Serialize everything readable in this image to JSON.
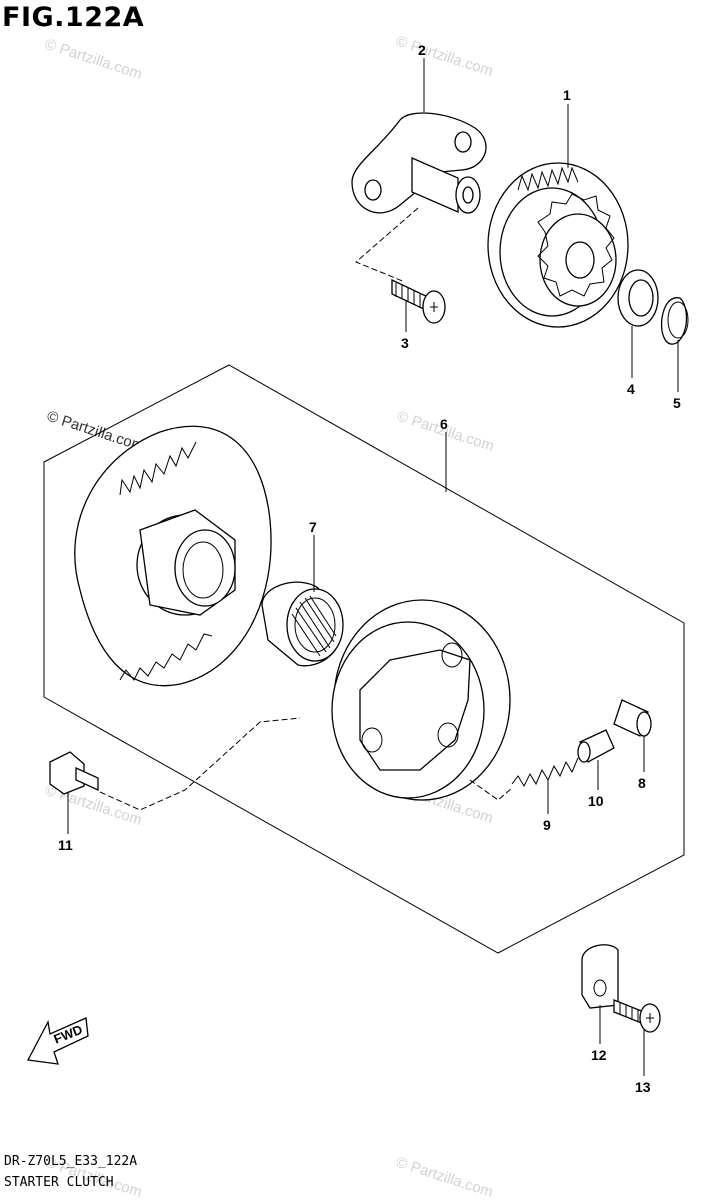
{
  "figure_title": "FIG.122A",
  "diagram_code": "DR-Z70L5_E33_122A",
  "subtitle": "STARTER CLUTCH",
  "watermark": "© Partzilla.com",
  "fwd_label": "FWD",
  "callouts": [
    "1",
    "2",
    "3",
    "4",
    "5",
    "6",
    "7",
    "8",
    "9",
    "10",
    "11",
    "12",
    "13"
  ]
}
